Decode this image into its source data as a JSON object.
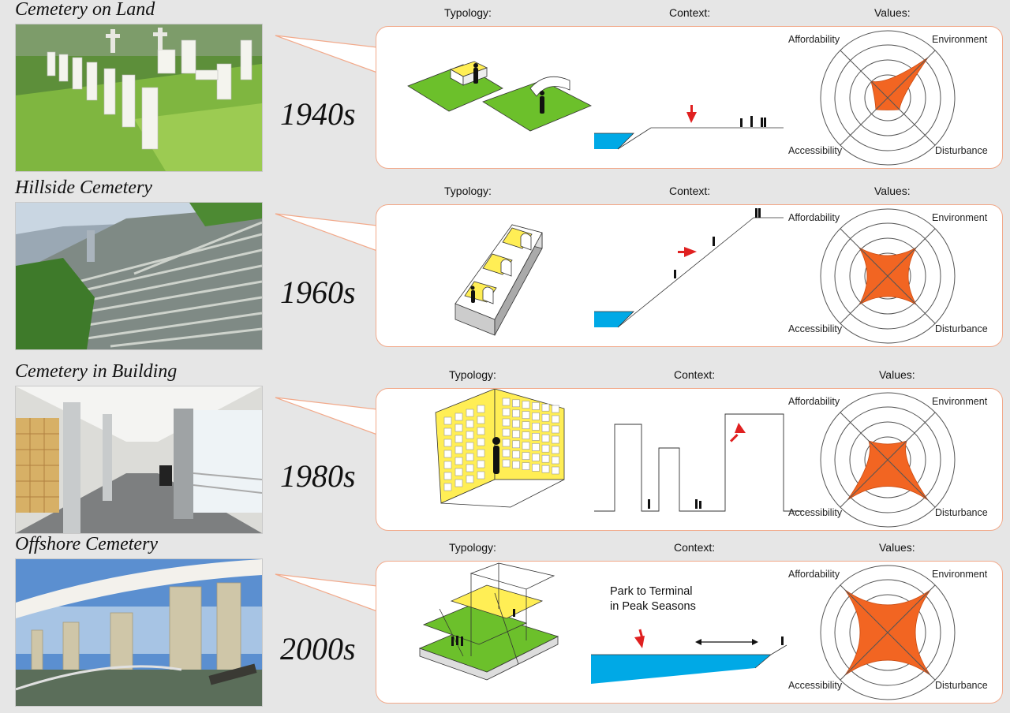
{
  "column_labels": {
    "typology": "Typology:",
    "context": "Context:",
    "values": "Values:"
  },
  "value_axes": {
    "affordability": "Affordability",
    "environment": "Environment",
    "accessibility": "Accessibility",
    "disturbance": "Disturbance"
  },
  "colors": {
    "accent": "#f26522",
    "panel_border": "#f2a98a",
    "water": "#00a9e6",
    "grass": "#6cc02b",
    "highlight": "#ffee55"
  },
  "rows": [
    {
      "title": "Cemetery on Land",
      "decade": "1940s",
      "context_note": "",
      "values": {
        "affordability": 0.35,
        "environment": 0.85,
        "accessibility": 0.25,
        "disturbance": 0.25
      }
    },
    {
      "title": "Hillside Cemetery",
      "decade": "1960s",
      "context_note": "",
      "values": {
        "affordability": 0.6,
        "environment": 0.6,
        "accessibility": 0.6,
        "disturbance": 0.6
      }
    },
    {
      "title": "Cemetery in Building",
      "decade": "1980s",
      "context_note": "",
      "values": {
        "affordability": 0.4,
        "environment": 0.4,
        "accessibility": 0.85,
        "disturbance": 0.85
      }
    },
    {
      "title": "Offshore Cemetery",
      "decade": "2000s",
      "context_note": "Park to Terminal\nin Peak Seasons",
      "values": {
        "affordability": 0.9,
        "environment": 0.9,
        "accessibility": 0.9,
        "disturbance": 0.9
      }
    }
  ]
}
